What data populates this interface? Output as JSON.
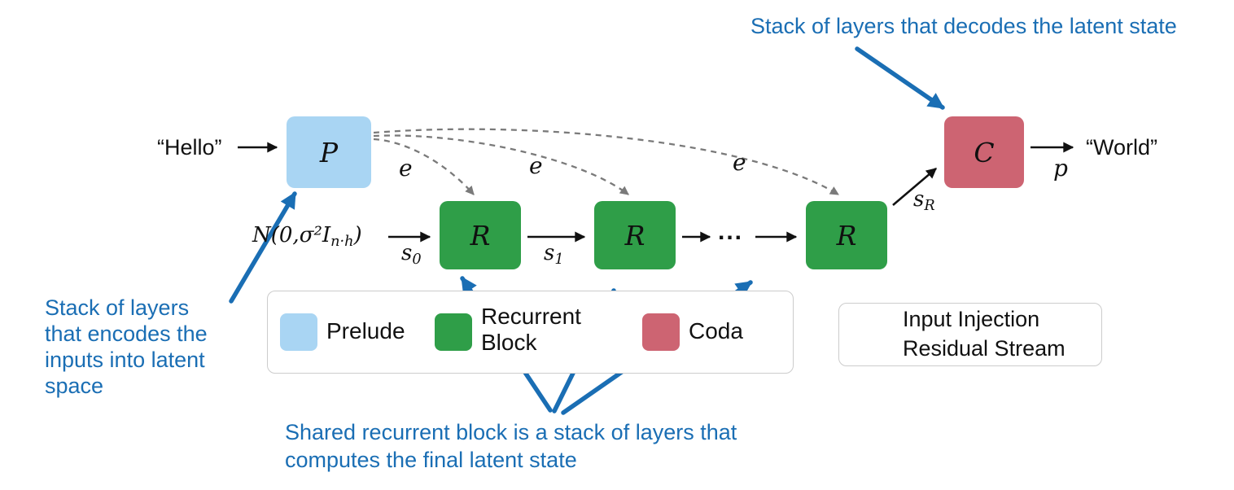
{
  "colors": {
    "prelude": "#a9d5f3",
    "recurrent": "#2f9e48",
    "coda": "#cd6472",
    "annotation": "#1a6eb4",
    "arrow": "#111111",
    "dashed": "#7a7a7a",
    "legend_border": "#cccccc"
  },
  "flow": {
    "input_text": "“Hello”",
    "output_text": "“World”",
    "prelude_label": "P",
    "recurrent_label": "R",
    "coda_label": "C",
    "noise": {
      "prefix": "N(0,σ²I",
      "sub": "n·h",
      "suffix": ")"
    },
    "s0": {
      "base": "s",
      "sub": "0"
    },
    "s1": {
      "base": "s",
      "sub": "1"
    },
    "sR": {
      "base": "s",
      "sub": "R"
    },
    "p_label": "p",
    "e_labels": [
      "e",
      "e",
      "e"
    ],
    "ellipsis": "..."
  },
  "annotations": {
    "decode": "Stack of layers that decodes the latent state",
    "encode_lines": [
      "Stack of layers",
      "that encodes the",
      "inputs into latent",
      "space"
    ],
    "recurrent_lines": [
      "Shared recurrent block is a stack of layers that",
      "computes the final latent state"
    ]
  },
  "legend": {
    "prelude": "Prelude",
    "recurrent_lines": [
      "Recurrent",
      "Block"
    ],
    "coda": "Coda",
    "input_injection": "Input Injection",
    "residual_stream": "Residual Stream"
  }
}
